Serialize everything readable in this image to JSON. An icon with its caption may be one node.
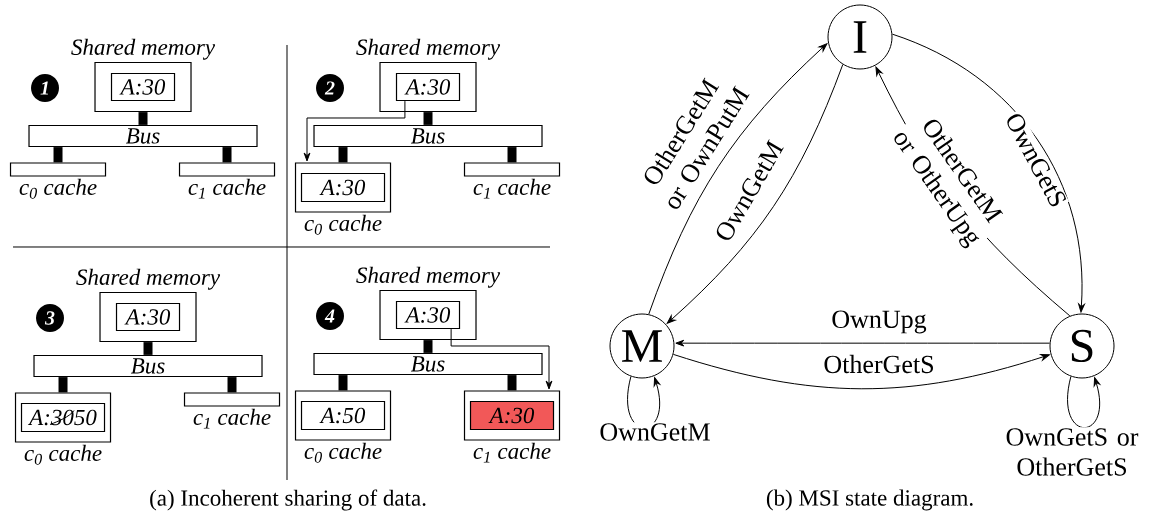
{
  "diagram": {
    "nodes": [
      {
        "text": [
          "1"
        ]
      },
      {
        "text": [
          "Shared memory"
        ]
      },
      {
        "text": [
          "A:30"
        ],
        "in": 1
      },
      {
        "text": [
          "Bus"
        ]
      },
      {
        "text": [],
        "shape": "bar",
        "beside": [
          "c$_{0}$ cache"
        ]
      },
      {
        "text": [],
        "shape": "bar",
        "beside": [
          "c$_{1}$ cache"
        ]
      },
      {
        "text": [
          "2"
        ]
      },
      {
        "text": [
          "Shared memory"
        ]
      },
      {
        "text": [
          "A:30"
        ],
        "in": 7
      },
      {
        "text": [
          "Bus"
        ]
      },
      {
        "text": [],
        "shape": "box",
        "beside": [
          "c$_{0}$ cache"
        ]
      },
      {
        "text": [
          "A:30"
        ],
        "in": 10
      },
      {
        "text": [],
        "shape": "bar",
        "beside": [
          "c$_{1}$ cache"
        ]
      },
      {
        "text": [
          "3"
        ]
      },
      {
        "text": [
          "Shared memory"
        ]
      },
      {
        "text": [
          "A:30"
        ],
        "in": 14
      },
      {
        "text": [
          "Bus"
        ]
      },
      {
        "text": [],
        "shape": "box",
        "beside": [
          "c$_{0}$ cache"
        ]
      },
      {
        "text": [
          "A:30",
          "50"
        ],
        "in": 17
      },
      {
        "text": [],
        "shape": "bar",
        "beside": [
          "c$_{1}$ cache"
        ]
      },
      {
        "text": [
          "4"
        ]
      },
      {
        "text": [
          "Shared memory"
        ]
      },
      {
        "text": [
          "A:30"
        ],
        "in": 21
      },
      {
        "text": [
          "Bus"
        ]
      },
      {
        "text": [],
        "shape": "box",
        "beside": [
          "c$_{0}$ cache"
        ]
      },
      {
        "text": [
          "A:50"
        ],
        "in": 24
      },
      {
        "text": [],
        "shape": "box",
        "beside": [
          "c$_{1}$ cache"
        ]
      },
      {
        "text": [
          "A:30"
        ],
        "in": 26
      },
      {
        "text": [
          "I"
        ]
      },
      {
        "text": [
          "M"
        ]
      },
      {
        "text": [
          "S"
        ]
      }
    ],
    "edges": [
      {
        "from": 1,
        "to": 3,
        "arrow": "none"
      },
      {
        "from": 3,
        "to": 4,
        "arrow": "none"
      },
      {
        "from": 3,
        "to": 5,
        "arrow": "none"
      },
      {
        "from": 7,
        "to": 9,
        "arrow": "none"
      },
      {
        "from": 9,
        "to": 10,
        "arrow": "none"
      },
      {
        "from": 9,
        "to": 12,
        "arrow": "none"
      },
      {
        "from": 8,
        "to": 10,
        "arrow": "to"
      },
      {
        "from": 14,
        "to": 16,
        "arrow": "none"
      },
      {
        "from": 16,
        "to": 17,
        "arrow": "none"
      },
      {
        "from": 16,
        "to": 19,
        "arrow": "none"
      },
      {
        "from": 21,
        "to": 23,
        "arrow": "none"
      },
      {
        "from": 23,
        "to": 24,
        "arrow": "none"
      },
      {
        "from": 23,
        "to": 26,
        "arrow": "none"
      },
      {
        "from": 22,
        "to": 26,
        "arrow": "to"
      },
      {
        "from": 29,
        "to": 28,
        "arrow": "to",
        "label": "OtherGetM or OwnPutM"
      },
      {
        "from": 28,
        "to": 29,
        "arrow": "to",
        "label": "OwnGetM"
      },
      {
        "from": 28,
        "to": 30,
        "arrow": "to",
        "label": "OwnGetS"
      },
      {
        "from": 30,
        "to": 28,
        "arrow": "to",
        "label": "OtherGetM or OtherUpg"
      },
      {
        "from": 30,
        "to": 29,
        "arrow": "to",
        "label": "OwnUpg"
      },
      {
        "from": 29,
        "to": 30,
        "arrow": "to",
        "label": "OtherGetS"
      },
      {
        "from": 29,
        "to": 29,
        "arrow": "to",
        "label": "OwnGetM"
      },
      {
        "from": 30,
        "to": 30,
        "arrow": "to",
        "label": "OwnGetS or OtherGetS"
      }
    ],
    "labels": [
      "(a) Incoherent sharing of data.",
      "(b) MSI state diagram."
    ]
  }
}
